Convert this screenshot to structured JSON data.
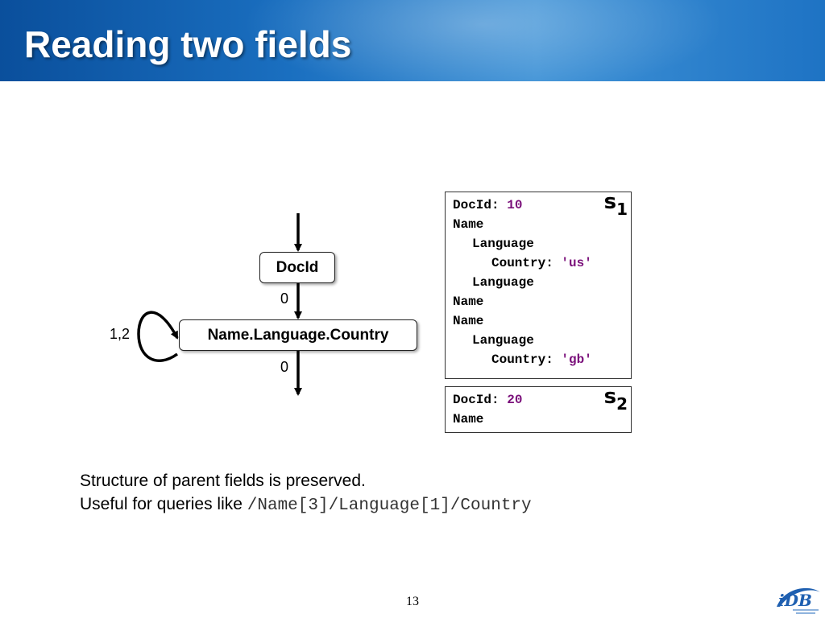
{
  "slide": {
    "title": "Reading two fields",
    "page_number": "13"
  },
  "diagram": {
    "nodes": {
      "docid": "DocId",
      "name_language_country": "Name.Language.Country"
    },
    "edge_labels": {
      "docid_to_nlc": "0",
      "self_loop": "1,2",
      "nlc_out": "0"
    }
  },
  "records": [
    {
      "label": "s",
      "label_sub": "1",
      "lines": [
        {
          "key": "DocId: ",
          "value": "10",
          "indent": 0
        },
        {
          "key": "Name",
          "value": "",
          "indent": 0
        },
        {
          "key": "Language",
          "value": "",
          "indent": 1
        },
        {
          "key": "Country: ",
          "value": "'us'",
          "indent": 2
        },
        {
          "key": "Language",
          "value": "",
          "indent": 1
        },
        {
          "key": "Name",
          "value": "",
          "indent": 0
        },
        {
          "key": "Name",
          "value": "",
          "indent": 0
        },
        {
          "key": "Language",
          "value": "",
          "indent": 1
        },
        {
          "key": "Country: ",
          "value": "'gb'",
          "indent": 2
        }
      ]
    },
    {
      "label": "s",
      "label_sub": "2",
      "lines": [
        {
          "key": "DocId: ",
          "value": "20",
          "indent": 0
        },
        {
          "key": "Name",
          "value": "",
          "indent": 0
        }
      ]
    }
  ],
  "text": {
    "line1": "Structure of parent fields is preserved.",
    "line2_prefix": "Useful for queries like ",
    "line2_code": "/Name[3]/Language[1]/Country"
  },
  "logo": {
    "text": "iDB"
  },
  "colors": {
    "title_bar": "#1a6fc0",
    "value_text": "#7a0f7a"
  }
}
